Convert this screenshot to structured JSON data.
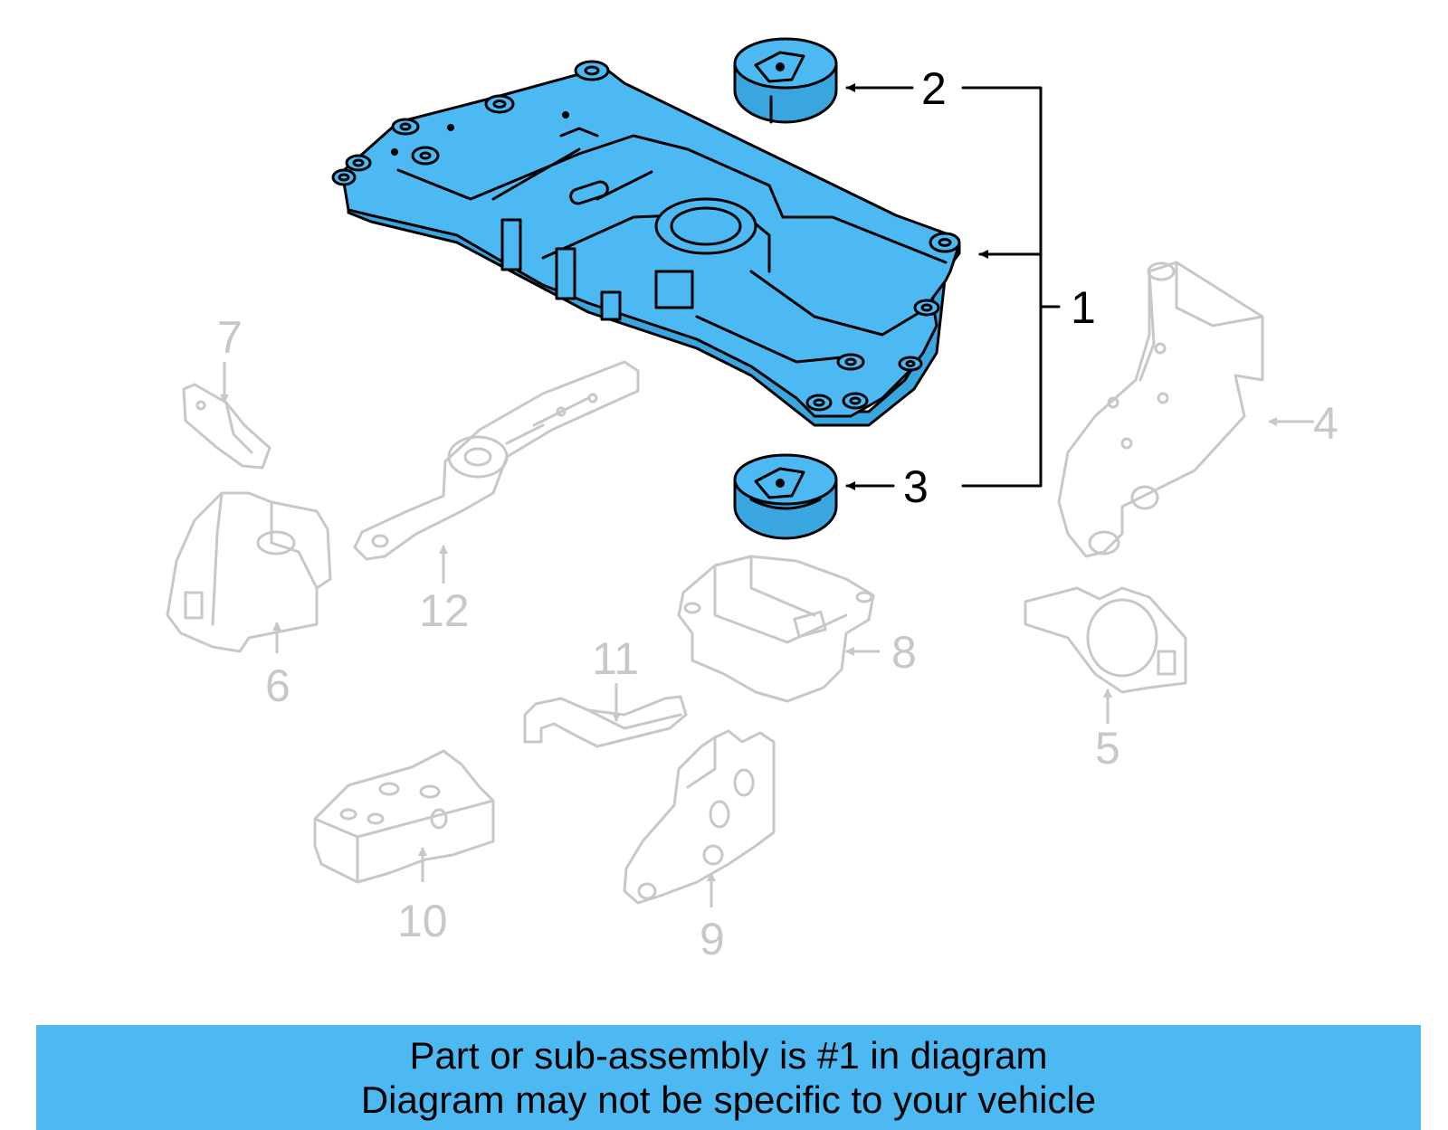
{
  "diagram": {
    "callouts": {
      "c1": "1",
      "c2": "2",
      "c3": "3",
      "c4": "4",
      "c5": "5",
      "c6": "6",
      "c7": "7",
      "c8": "8",
      "c9": "9",
      "c10": "10",
      "c11": "11",
      "c12": "12"
    },
    "highlight_color": "#4cb9f3",
    "ghost_color": "#c8c8c8"
  },
  "banner": {
    "line1": "Part or sub-assembly is #1 in diagram",
    "line2": "Diagram may not be specific to your vehicle",
    "color": "#4cb9f3"
  }
}
